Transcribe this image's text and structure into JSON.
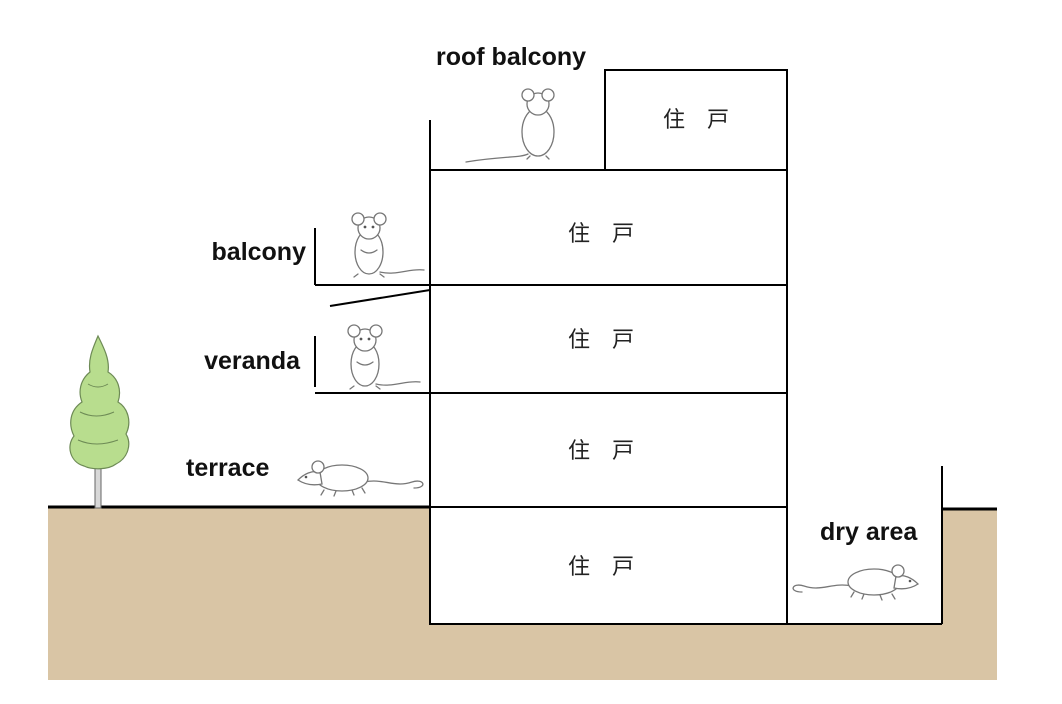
{
  "labels": {
    "roof_balcony": "roof balcony",
    "balcony": "balcony",
    "veranda": "veranda",
    "terrace": "terrace",
    "dry_area": "dry area"
  },
  "dwelling_unit_label": "住　戸",
  "units": [
    {
      "id": "roof",
      "label": "住　戸"
    },
    {
      "id": "floor3",
      "label": "住　戸"
    },
    {
      "id": "floor2",
      "label": "住　戸"
    },
    {
      "id": "floor1",
      "label": "住　戸"
    },
    {
      "id": "basement",
      "label": "住　戸"
    }
  ],
  "colors": {
    "ground": "#d9c5a5",
    "tree_foliage": "#b8dd8e",
    "tree_trunk": "#d8d8d8",
    "line": "#000000",
    "mouse_outline": "#777777"
  },
  "icons": [
    "tree-icon",
    "mouse-icon"
  ]
}
